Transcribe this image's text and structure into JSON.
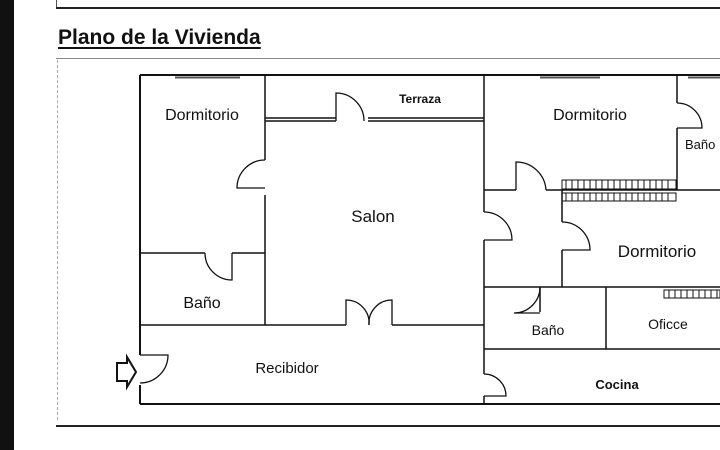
{
  "title": "Plano de la Vivienda",
  "rooms": {
    "dormitorio_nw": "Dormitorio",
    "terraza": "Terraza",
    "dormitorio_ne": "Dormitorio",
    "bano_ne": "Baño",
    "salon": "Salon",
    "dormitorio_e": "Dormitorio",
    "bano_w": "Baño",
    "bano_s": "Baño",
    "oficce": "Oficce",
    "recibidor": "Recibidor",
    "cocina": "Cocina"
  },
  "icons": {
    "entrance": "entrance-arrow-icon"
  }
}
